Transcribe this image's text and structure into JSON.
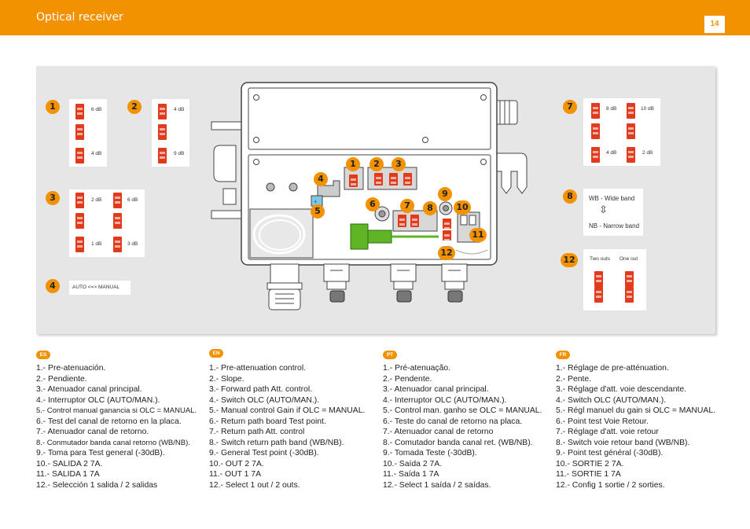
{
  "header": {
    "title": "Optical receiver",
    "page_number": "14"
  },
  "colors": {
    "accent": "#f39200",
    "switch": "#e23b1c",
    "connector_green": "#5fb526"
  },
  "diagram": {
    "callouts": [
      "1",
      "2",
      "3",
      "4",
      "5",
      "6",
      "7",
      "8",
      "9",
      "10",
      "11",
      "12"
    ],
    "legend": {
      "c1": {
        "num": "1",
        "top": "6 dB",
        "bottom": "4 dB"
      },
      "c2": {
        "num": "2",
        "top": "4 dB",
        "bottom": "9 dB"
      },
      "c3": {
        "num": "3",
        "tl": "2 dB",
        "tr": "6 dB",
        "bl": "1 dB",
        "br": "3 dB"
      },
      "c4": {
        "num": "4",
        "text": "AUTO <=> MANUAL"
      },
      "c7": {
        "num": "7",
        "tl": "8 dB",
        "tr": "10 dB",
        "bl": "4 dB",
        "br": "2 dB"
      },
      "c8": {
        "num": "8",
        "top": "WB - Wide band",
        "bottom": "NB - Narrow band"
      },
      "c12": {
        "num": "12",
        "left": "Two outs",
        "right": "One out"
      }
    }
  },
  "columns": [
    {
      "lang": "ES",
      "items": [
        "1.- Pre-atenuación.",
        "2.- Pendiente.",
        "3.- Atenuador canal principal.",
        "4.- Interruptor OLC (AUTO/MAN.).",
        "5.- Control manual ganancia si OLC = MANUAL.",
        "6.- Test del canal de retorno en la placa.",
        "7.- Atenuador canal de retorno.",
        "8.- Conmutador banda canal retorno (WB/NB).",
        "9.- Toma para Test general (-30dB).",
        "10.- SALIDA 2   7A.",
        "11.- SALIDA 1   7A",
        "12.- Selección 1 salida / 2 salidas"
      ]
    },
    {
      "lang": "EN",
      "items": [
        "1.- Pre-attenuation control.",
        "2.- Slope.",
        "3.- Forward path Att. control.",
        "4.- Switch OLC (AUTO/MAN.).",
        "5.- Manual control Gain if  OLC = MANUAL.",
        "6.- Return path board Test point.",
        "7.- Return path Att. control",
        "8.- Switch return path band (WB/NB).",
        "9.- General Test point (-30dB).",
        "10.- OUT 2   7A.",
        "11.- OUT 1   7A",
        "12.- Select 1 out / 2 outs."
      ]
    },
    {
      "lang": "PT",
      "items": [
        "1.- Pré-atenuação.",
        "2.- Pendente.",
        "3.- Atenuador canal principal.",
        "4.- Interruptor OLC (AUTO/MAN.).",
        "5.- Control man. ganho se OLC = MANUAL.",
        "6.- Teste do canal de retorno na placa.",
        "7.- Atenuador canal de retorno",
        "8.- Comutador banda canal ret. (WB/NB).",
        "9.- Tomada Teste (-30dB).",
        "10.- Saída 2   7A.",
        "11.- Saída 1   7A",
        "12.- Select 1 saída / 2 saídas."
      ]
    },
    {
      "lang": "FR",
      "items": [
        "1.- Réglage de pre-atténuation.",
        "2.- Pente.",
        "3.- Réglage d'att. voie descendante.",
        "4.- Switch OLC (AUTO/MAN.).",
        "5.- Régl manuel du gain si OLC = MANUAL.",
        "6.- Point test Voie Retour.",
        "7.- Réglage d'att. voie retour",
        "8.- Switch voie retour band (WB/NB).",
        "9.- Point test général (-30dB).",
        "10.- SORTIE 2   7A.",
        "11.- SORTIE 1   7A",
        "12.- Config 1 sortie / 2 sorties."
      ]
    }
  ]
}
